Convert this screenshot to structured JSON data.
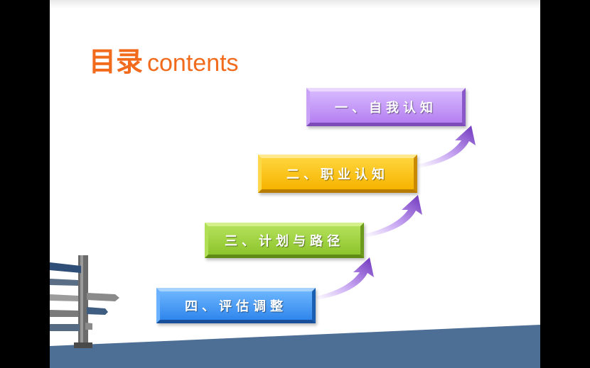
{
  "title": {
    "cn": "目录",
    "en": "contents"
  },
  "steps": [
    {
      "label": "一、自我认知",
      "color": "#c79bf7"
    },
    {
      "label": "二、职业认知",
      "color": "#f8c21a"
    },
    {
      "label": "三、计划与路径",
      "color": "#9fd444"
    },
    {
      "label": "四、评估调整",
      "color": "#4a9cf5"
    }
  ],
  "colors": {
    "title": "#f26b1d",
    "arrow": "#7a3fc4",
    "ground": "#4d6f95"
  },
  "icons": [
    "curved-arrow-icon",
    "signpost-icon"
  ]
}
